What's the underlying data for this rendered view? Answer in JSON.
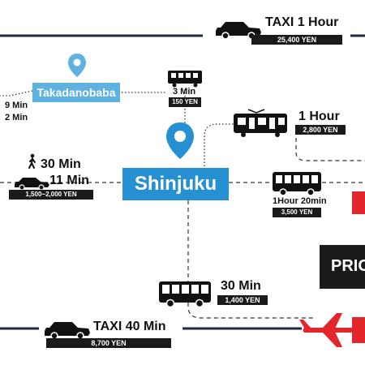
{
  "stations": {
    "main": "Shinjuku",
    "secondary": "Takadanobaba"
  },
  "routes": {
    "taxi_top": {
      "label": "TAXI 1 Hour",
      "price": "25,400 YEN"
    },
    "train_takada": {
      "time": "3 Min",
      "price": "150 YEN"
    },
    "left_partial": {
      "time_a": "9 Min",
      "time_b": "2 Min"
    },
    "train_right": {
      "time": "1 Hour",
      "price": "2,800 YEN"
    },
    "walk_taxi_left": {
      "walk_time": "30 Min",
      "taxi_time": "11 Min",
      "price": "1,500~2,000 YEN"
    },
    "bus_right": {
      "time": "1Hour 20min",
      "price": "3,500 YEN"
    },
    "bus_bottom": {
      "time": "30 Min",
      "price": "1,400 YEN"
    },
    "taxi_bottom": {
      "label": "TAXI 40 Min",
      "price": "8,700 YEN"
    }
  },
  "side_panel": {
    "label_partial": "PRIC"
  },
  "icons": [
    "taxi-icon",
    "train-icon",
    "bus-icon",
    "walker-icon",
    "location-pin-icon",
    "airplane-icon"
  ],
  "colors": {
    "station_blue": "#2591d2",
    "airport_red": "#e3262b",
    "line_navy": "#1f2a3a",
    "price_bg": "#1a1a1a"
  }
}
